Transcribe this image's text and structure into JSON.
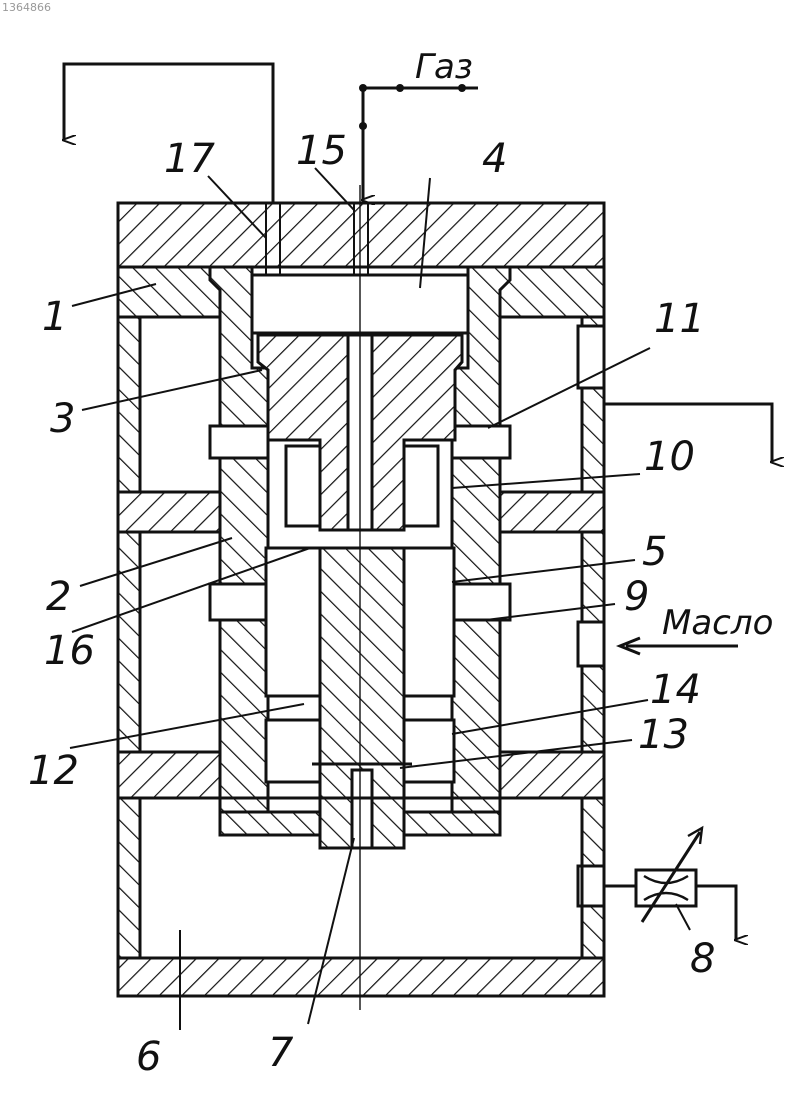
{
  "corner_id": "1364866",
  "gas_label": "Газ",
  "oil_label": "Масло",
  "part_labels": [
    {
      "id": "l1",
      "text": "1"
    },
    {
      "id": "l2",
      "text": "2"
    },
    {
      "id": "l3",
      "text": "3"
    },
    {
      "id": "l4",
      "text": "4"
    },
    {
      "id": "l5",
      "text": "5"
    },
    {
      "id": "l6",
      "text": "6"
    },
    {
      "id": "l7",
      "text": "7"
    },
    {
      "id": "l8",
      "text": "8"
    },
    {
      "id": "l9",
      "text": "9"
    },
    {
      "id": "l10",
      "text": "10"
    },
    {
      "id": "l11",
      "text": "11"
    },
    {
      "id": "l12",
      "text": "12"
    },
    {
      "id": "l13",
      "text": "13"
    },
    {
      "id": "l14",
      "text": "14"
    },
    {
      "id": "l15",
      "text": "15"
    },
    {
      "id": "l16",
      "text": "16"
    },
    {
      "id": "l17",
      "text": "17"
    }
  ]
}
